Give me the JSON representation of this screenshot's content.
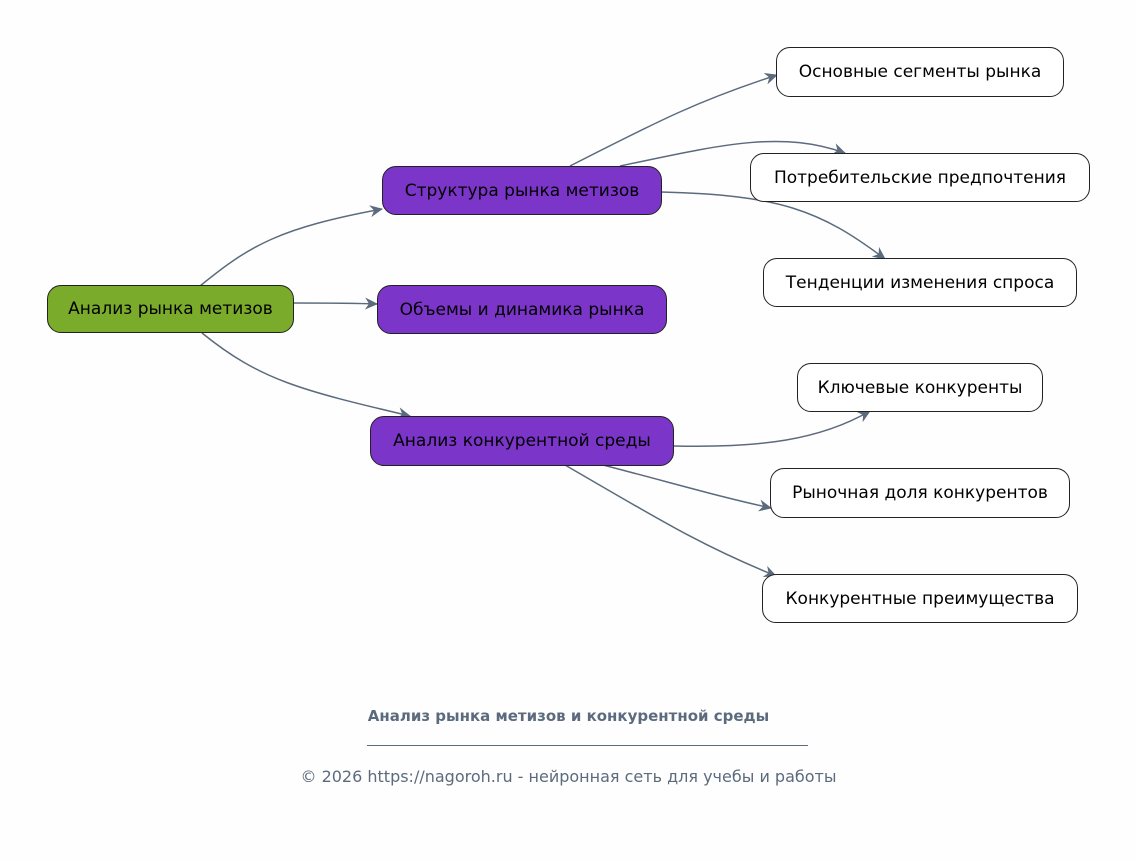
{
  "colors": {
    "root_fill": "#7aab2b",
    "branch_fill": "#7b35c8",
    "leaf_fill": "#ffffff",
    "edge": "#5b6b7d",
    "caption_text": "#5b6b7d"
  },
  "diagram": {
    "root": "Анализ рынка метизов",
    "branches": [
      {
        "label": "Структура рынка метизов",
        "children": [
          "Основные сегменты рынка",
          "Потребительские предпочтения",
          "Тенденции изменения спроса"
        ]
      },
      {
        "label": "Объемы и динамика рынка",
        "children": []
      },
      {
        "label": "Анализ конкурентной среды",
        "children": [
          "Ключевые конкуренты",
          "Рыночная доля конкурентов",
          "Конкурентные преимущества"
        ]
      }
    ]
  },
  "caption": {
    "title": "Анализ рынка метизов и конкурентной среды",
    "footer": "© 2026 https://nagoroh.ru - нейронная сеть для учебы и работы"
  }
}
